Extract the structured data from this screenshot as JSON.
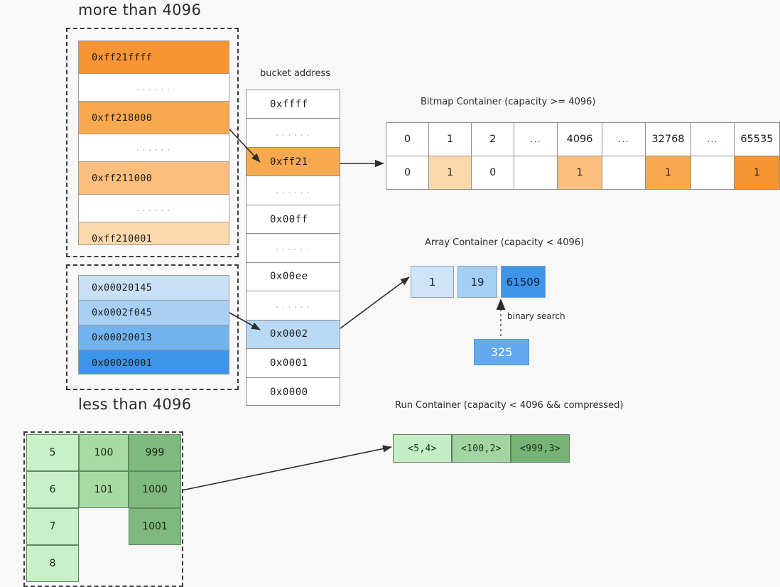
{
  "labels": {
    "more_than": "more than 4096",
    "less_than": "less than 4096",
    "bucket_address": "bucket address",
    "bitmap_title": "Bitmap Container (capacity >= 4096)",
    "array_title": "Array Container (capacity < 4096)",
    "run_title": "Run Container (capacity < 4096 && compressed)",
    "binary_search": "binary search",
    "ellipsis": "......"
  },
  "high_keys": {
    "rows": [
      {
        "text": "0xff21ffff",
        "fill": "#f79433",
        "type": "value"
      },
      {
        "text": "......",
        "fill": "#ffffff",
        "type": "ellipsis"
      },
      {
        "text": "0xff218000",
        "fill": "#f9a94f",
        "type": "value"
      },
      {
        "text": "......",
        "fill": "#ffffff",
        "type": "ellipsis"
      },
      {
        "text": "0xff211000",
        "fill": "#fbbe7d",
        "type": "value"
      },
      {
        "text": "......",
        "fill": "#ffffff",
        "type": "ellipsis"
      },
      {
        "text": "0xff210001",
        "fill": "#fcd9ab",
        "type": "value"
      }
    ]
  },
  "low_keys": {
    "rows": [
      {
        "text": "0x00020145",
        "fill": "#c9e0f7",
        "type": "value"
      },
      {
        "text": "0x0002f045",
        "fill": "#a8d0f4",
        "type": "value"
      },
      {
        "text": "0x00020013",
        "fill": "#72b4ef",
        "type": "value"
      },
      {
        "text": "0x00020001",
        "fill": "#3d94e8",
        "type": "value"
      }
    ]
  },
  "bucket": {
    "rows": [
      {
        "text": "0xffff",
        "fill": "#ffffff",
        "type": "value"
      },
      {
        "text": "......",
        "fill": "#ffffff",
        "type": "ellipsis"
      },
      {
        "text": "0xff21",
        "fill": "#f6a94f",
        "type": "value"
      },
      {
        "text": "......",
        "fill": "#ffffff",
        "type": "ellipsis"
      },
      {
        "text": "0x00ff",
        "fill": "#ffffff",
        "type": "value"
      },
      {
        "text": "......",
        "fill": "#ffffff",
        "type": "ellipsis"
      },
      {
        "text": "0x00ee",
        "fill": "#ffffff",
        "type": "value"
      },
      {
        "text": "......",
        "fill": "#ffffff",
        "type": "ellipsis"
      },
      {
        "text": "0x0002",
        "fill": "#b9d9f5",
        "type": "value"
      },
      {
        "text": "0x0001",
        "fill": "#ffffff",
        "type": "value"
      },
      {
        "text": "0x0000",
        "fill": "#ffffff",
        "type": "value"
      }
    ]
  },
  "chart_data": {
    "type": "table",
    "title": "Bitmap Container (capacity >= 4096)",
    "columns": [
      "0",
      "1",
      "2",
      "...",
      "4096",
      "...",
      "32768",
      "...",
      "65535"
    ],
    "rows": [
      {
        "cells": [
          "0",
          "1",
          "0",
          "",
          "1",
          "",
          "1",
          "",
          "1"
        ],
        "fills": [
          "#ffffff",
          "#fcd9ab",
          "#ffffff",
          "#ffffff",
          "#fbbe7d",
          "#ffffff",
          "#f9a94f",
          "#ffffff",
          "#f79433"
        ]
      }
    ]
  },
  "array_container": {
    "cells": [
      {
        "text": "1",
        "fill": "#cfe4f9",
        "color": "#14243a"
      },
      {
        "text": "19",
        "fill": "#a5cff5",
        "color": "#14243a"
      },
      {
        "text": "61509",
        "fill": "#3d94e8",
        "color": "#0d1f38"
      }
    ],
    "probe": {
      "text": "325",
      "fill": "#62a9ee",
      "color": "#ffffff"
    }
  },
  "run_container": {
    "cells": [
      {
        "text": "<5,4>",
        "fill": "#c6eec5"
      },
      {
        "text": "<100,2>",
        "fill": "#a4d4a1"
      },
      {
        "text": "<999,3>",
        "fill": "#77b277"
      }
    ]
  },
  "run_source_grid": {
    "columns": [
      {
        "fill": "#caf0c8",
        "cells": [
          "5",
          "6",
          "7",
          "8"
        ]
      },
      {
        "fill": "#a9d9a5",
        "cells": [
          "100",
          "101"
        ]
      },
      {
        "fill": "#7fb97f",
        "cells": [
          "999",
          "1000",
          "1001"
        ]
      }
    ]
  },
  "colors": {
    "background": "#f8f8f8",
    "stroke": "#2d2d2d",
    "orange_accent": "#f79433",
    "blue_accent": "#3d94e8",
    "green_accent": "#77b277"
  }
}
